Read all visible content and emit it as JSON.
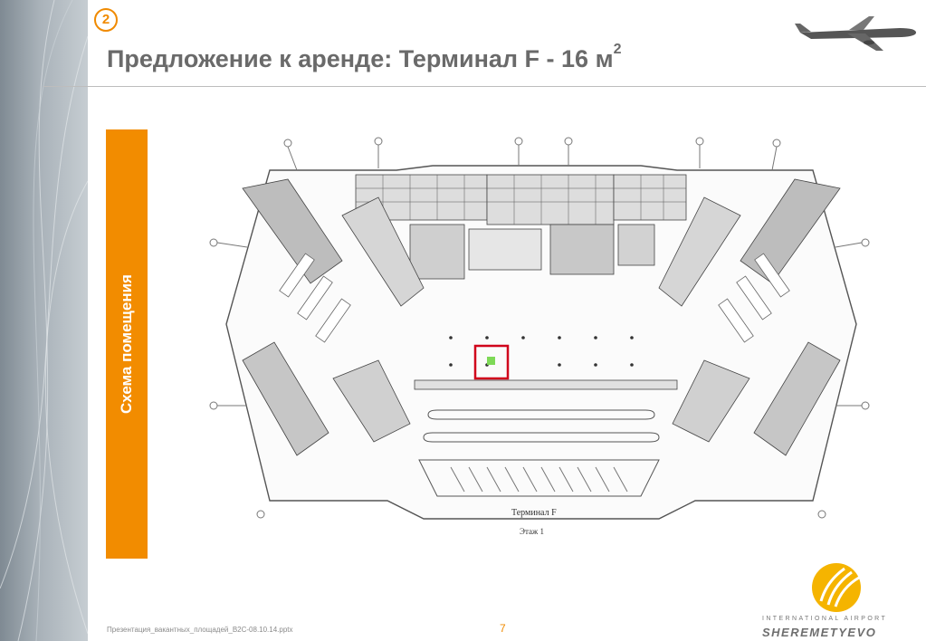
{
  "slide": {
    "number": "2",
    "title": "Предложение к аренде: Терминал F - 16 м",
    "title_sup": "2",
    "side_label": "Схема помещения",
    "page": "7",
    "footer_file": "Презентация_вакантных_площадей_B2C-08.10.14.pptx"
  },
  "plan": {
    "caption": "Терминал F",
    "floor": "Этаж 1"
  },
  "logo": {
    "top_text": "INTERNATIONAL AIRPORT",
    "main_text": "SHEREMETYEVO"
  },
  "colors": {
    "accent": "#f28c00",
    "highlight_box": "#d0021b",
    "highlight_fill": "#7ed957"
  },
  "icons": [
    "airplane-icon",
    "sheremetyevo-logo-icon"
  ]
}
